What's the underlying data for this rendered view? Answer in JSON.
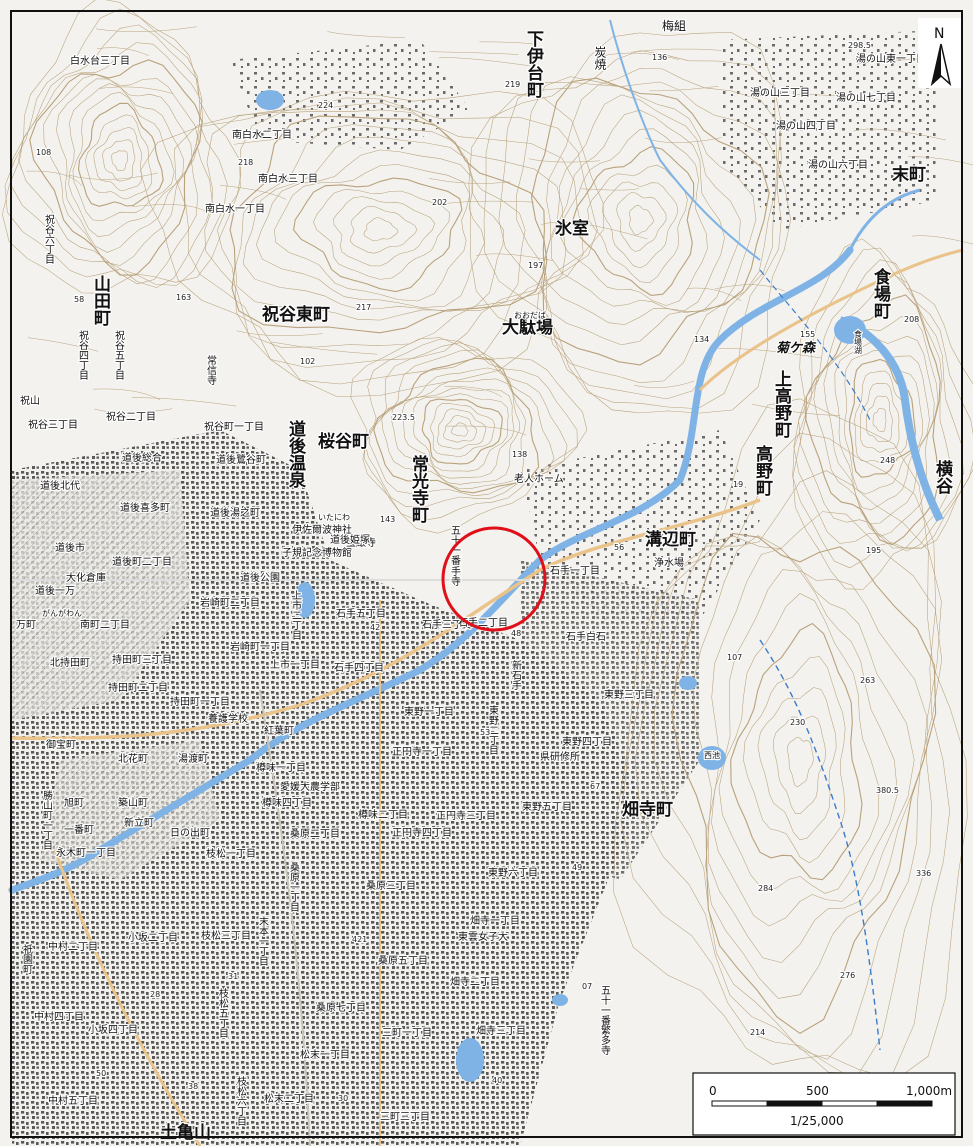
{
  "map": {
    "scale_text": "1/25,000",
    "scale_ticks": [
      "0",
      "500",
      "1,000m"
    ],
    "north_label": "N",
    "colors": {
      "background": "#f3f2ee",
      "contour": "#b9a27c",
      "water": "#7fb3e6",
      "road": "#e9c38a",
      "building": "#4a4a4a",
      "marker": "#e0101a"
    }
  },
  "labels": {
    "big": [
      {
        "id": "yamada-cho",
        "text": "山田町"
      },
      {
        "id": "iwaitani-higashimachi",
        "text": "祝谷東町"
      },
      {
        "id": "sakuradani-cho",
        "text": "桜谷町"
      },
      {
        "id": "jokoji-cho",
        "text": "常光寺町"
      },
      {
        "id": "dogo-onsen",
        "text": "道後温泉"
      },
      {
        "id": "himuro",
        "text": "氷室"
      },
      {
        "id": "odaba",
        "text": "大駄場"
      },
      {
        "id": "shimo-idai-cho",
        "text": "下伊台町"
      },
      {
        "id": "suemachi",
        "text": "末町"
      },
      {
        "id": "shokuba-cho",
        "text": "食場町"
      },
      {
        "id": "kami-takano-cho",
        "text": "上高野町"
      },
      {
        "id": "takano-cho",
        "text": "高野町"
      },
      {
        "id": "mizobe-cho",
        "text": "溝辺町"
      },
      {
        "id": "hatadera-cho",
        "text": "畑寺町"
      },
      {
        "id": "yokotani",
        "text": "横谷"
      },
      {
        "id": "kikugamori",
        "text": "菊ケ森"
      },
      {
        "id": "tsuchigasan",
        "text": "土亀山"
      }
    ],
    "mid": [
      {
        "id": "shirasuidai-3",
        "text": "白水台三丁目"
      },
      {
        "id": "minami-shirasui-2",
        "text": "南白水二丁目"
      },
      {
        "id": "minami-shirasui-3",
        "text": "南白水三丁目"
      },
      {
        "id": "minami-shirasui-1",
        "text": "南白水一丁目"
      },
      {
        "id": "yunoyama-3",
        "text": "湯の山三丁目"
      },
      {
        "id": "yunoyama-7",
        "text": "湯の山七丁目"
      },
      {
        "id": "yunoyama-4",
        "text": "湯の山四丁目"
      },
      {
        "id": "yunoyama-6",
        "text": "湯の山六丁目"
      },
      {
        "id": "yunoyama-higashi-1",
        "text": "湯の山東一丁目"
      },
      {
        "id": "umegumi",
        "text": "梅組"
      },
      {
        "id": "sumiyaki",
        "text": "炭焼"
      },
      {
        "id": "iwaitani-2",
        "text": "祝谷二丁目"
      },
      {
        "id": "iwaitani-1",
        "text": "祝谷町一丁目"
      },
      {
        "id": "iwaitani-3",
        "text": "祝谷三丁目"
      },
      {
        "id": "dogo-sogo",
        "text": "道後総合"
      },
      {
        "id": "dogo-keigoku",
        "text": "道後鷺谷町"
      },
      {
        "id": "dogo-kitashiro",
        "text": "道後北代"
      },
      {
        "id": "dogo-kitamachi",
        "text": "道後喜多町"
      },
      {
        "id": "dogo-yuzuki",
        "text": "道後湯之町"
      },
      {
        "id": "dogo-ichimancho",
        "text": "道後市"
      },
      {
        "id": "dogo-cho-2",
        "text": "道後町二丁目"
      },
      {
        "id": "daikanbo",
        "text": "大化倉庫"
      },
      {
        "id": "dogo-ichiman",
        "text": "道後一万"
      },
      {
        "id": "ichiman",
        "text": "万町"
      },
      {
        "id": "minami-2",
        "text": "南町二丁目"
      },
      {
        "id": "kitamochida",
        "text": "北持田町"
      },
      {
        "id": "mochida-3",
        "text": "持田町三丁目"
      },
      {
        "id": "mochida-2",
        "text": "持田町二丁目"
      },
      {
        "id": "mochida-1",
        "text": "持田町一丁目"
      },
      {
        "id": "iwasaki-2",
        "text": "岩崎町二丁目"
      },
      {
        "id": "iwasaki-1",
        "text": "岩崎町一丁目"
      },
      {
        "id": "ishite-5",
        "text": "石手五丁目"
      },
      {
        "id": "ishite-4",
        "text": "石手四丁目"
      },
      {
        "id": "ishite-3",
        "text": "石手三丁目"
      },
      {
        "id": "ishite-2",
        "text": "石手二丁目"
      },
      {
        "id": "ishite-1",
        "text": "石手一丁目"
      },
      {
        "id": "ishite-shiraishi",
        "text": "石手白石"
      },
      {
        "id": "shin-ishite",
        "text": "新石手"
      },
      {
        "id": "kami-ichi-1",
        "text": "上市一丁目"
      },
      {
        "id": "kami-ichi-2",
        "text": "上市二丁目"
      },
      {
        "id": "higashino-1",
        "text": "東野一丁目"
      },
      {
        "id": "higashino-2",
        "text": "東野二丁目"
      },
      {
        "id": "higashino-3",
        "text": "東野三丁目"
      },
      {
        "id": "higashino-4",
        "text": "東野四丁目"
      },
      {
        "id": "higashino-5",
        "text": "東野五丁目"
      },
      {
        "id": "higashino-6",
        "text": "東野六丁目"
      },
      {
        "id": "shoenji-1",
        "text": "正円寺一丁目"
      },
      {
        "id": "shoenji-3",
        "text": "正円寺三丁目"
      },
      {
        "id": "shoenji-4",
        "text": "正円寺四丁目"
      },
      {
        "id": "kenkenshujo",
        "text": "県研修所"
      },
      {
        "id": "jinmi-1",
        "text": "樽味一丁目"
      },
      {
        "id": "jinmi-2",
        "text": "樽味二丁目"
      },
      {
        "id": "jinmi-4",
        "text": "樽味四丁目"
      },
      {
        "id": "kuwabara-2",
        "text": "桑原二丁目"
      },
      {
        "id": "kuwabara-3",
        "text": "桑原三丁目"
      },
      {
        "id": "kuwabara-5",
        "text": "桑原五丁目"
      },
      {
        "id": "kuwabara-7",
        "text": "桑原七丁目"
      },
      {
        "id": "kuwabara-1",
        "text": "桑原一丁目"
      },
      {
        "id": "ehime-daigaku",
        "text": "愛媛大農学部"
      },
      {
        "id": "yogo-gakko",
        "text": "養護学校"
      },
      {
        "id": "beniyamachi",
        "text": "紅葉町"
      },
      {
        "id": "yuwatari",
        "text": "湯渡町"
      },
      {
        "id": "kitahanacho",
        "text": "北花町"
      },
      {
        "id": "oshiro-machi",
        "text": "御宝町"
      },
      {
        "id": "asahi-machi",
        "text": "旭町"
      },
      {
        "id": "yoshiyama",
        "text": "築山町"
      },
      {
        "id": "shintate",
        "text": "新立町"
      },
      {
        "id": "hinode",
        "text": "日の出町"
      },
      {
        "id": "nagaki-1",
        "text": "永木町一丁目"
      },
      {
        "id": "edamatsu-1",
        "text": "枝松一丁目"
      },
      {
        "id": "edamatsu-3",
        "text": "枝松三丁目"
      },
      {
        "id": "edamatsu-5",
        "text": "枝松五丁目"
      },
      {
        "id": "edamatsu-6",
        "text": "枝松六丁目"
      },
      {
        "id": "kosaka-2",
        "text": "小坂二丁目"
      },
      {
        "id": "kosaka-4",
        "text": "小坂四丁目"
      },
      {
        "id": "nakamura-2",
        "text": "中村二丁目"
      },
      {
        "id": "nakamura-4",
        "text": "中村四丁目"
      },
      {
        "id": "nakamura-5",
        "text": "中村五丁目"
      },
      {
        "id": "matsusue-1",
        "text": "松末一丁目"
      },
      {
        "id": "matsusue-2",
        "text": "松末二丁目"
      },
      {
        "id": "suemoto",
        "text": "末本一丁目"
      },
      {
        "id": "sancho-1",
        "text": "三町一丁目"
      },
      {
        "id": "sancho-3",
        "text": "三町三丁目"
      },
      {
        "id": "hatadera-1",
        "text": "畑寺一丁目"
      },
      {
        "id": "hatadera-2",
        "text": "畑寺二丁目"
      },
      {
        "id": "hatadera-3",
        "text": "畑寺三丁目"
      },
      {
        "id": "tokai-joshi",
        "text": "東雲女子大"
      },
      {
        "id": "rojin-home",
        "text": "老人ホーム"
      },
      {
        "id": "josuijo",
        "text": "浄水場"
      },
      {
        "id": "iyazu-jinja",
        "text": "伊佐爾波神社"
      },
      {
        "id": "shiki-kinen",
        "text": "子規記念博物館"
      },
      {
        "id": "dogo-koen",
        "text": "道後公園"
      },
      {
        "id": "hojo-ji",
        "text": "宝厳寺"
      },
      {
        "id": "ishiteji",
        "text": "石手寺"
      },
      {
        "id": "gojyuban",
        "text": "五十一番"
      },
      {
        "id": "joshoji",
        "text": "常信寺"
      },
      {
        "id": "shijugo",
        "text": "五十一番繁多寺"
      },
      {
        "id": "iwaitani-4",
        "text": "祝谷四丁目"
      },
      {
        "id": "iwaitani-5",
        "text": "祝谷五丁目"
      },
      {
        "id": "iwaitani-6",
        "text": "祝谷六丁目"
      },
      {
        "id": "iwaitani-yama",
        "text": "祝山"
      },
      {
        "id": "gion-machi",
        "text": "祇園町"
      },
      {
        "id": "katsuyama",
        "text": "勝山町一丁目"
      },
      {
        "id": "ichiban",
        "text": "一番町"
      },
      {
        "id": "kanagawa",
        "text": "がんがわん"
      },
      {
        "id": "itadani",
        "text": "いたにわ"
      },
      {
        "id": "odaba-kana",
        "text": "おおだば"
      },
      {
        "id": "koen-dogo",
        "text": "道後姫塚"
      },
      {
        "id": "shokubaike",
        "text": "食場湖"
      },
      {
        "id": "nishi-ike",
        "text": "西池"
      }
    ],
    "elevations": [
      "224",
      "218",
      "219",
      "202",
      "197",
      "163",
      "217",
      "102",
      "223.5",
      "138",
      "143",
      "136",
      "155",
      "134",
      "208",
      "248",
      "195",
      "107",
      "263",
      "230",
      "380.5",
      "336",
      "284",
      "276",
      "214",
      "298.5",
      "58",
      "108",
      "42",
      "48",
      "56",
      "53",
      "67",
      "49",
      "07",
      "421",
      "31",
      "28",
      "38",
      "40",
      "30",
      "50",
      "19"
    ]
  }
}
